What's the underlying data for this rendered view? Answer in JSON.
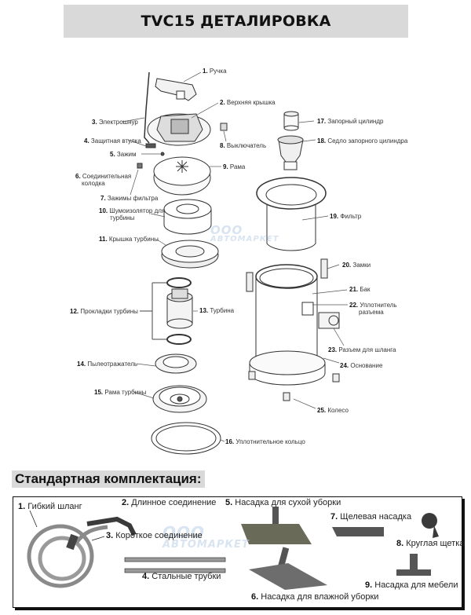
{
  "title": "TVC15 ДЕТАЛИРОВКА",
  "watermark": {
    "line1": "ООО",
    "line2": "АВТОМАРКЕТ"
  },
  "parts": [
    {
      "num": "1.",
      "name": "Ручка"
    },
    {
      "num": "2.",
      "name": "Верхняя крышка"
    },
    {
      "num": "3.",
      "name": "Электрошнур"
    },
    {
      "num": "4.",
      "name": "Защитная втулка"
    },
    {
      "num": "5.",
      "name": "Зажим"
    },
    {
      "num": "6.",
      "name": "Соединительная",
      "name2": "колодка"
    },
    {
      "num": "7.",
      "name": "Зажимы фильтра"
    },
    {
      "num": "8.",
      "name": "Выключатель"
    },
    {
      "num": "9.",
      "name": "Рама"
    },
    {
      "num": "10.",
      "name": "Шумоизолятор для",
      "name2": "турбины"
    },
    {
      "num": "11.",
      "name": "Крышка турбины"
    },
    {
      "num": "12.",
      "name": "Прокладки турбины"
    },
    {
      "num": "13.",
      "name": "Турбина"
    },
    {
      "num": "14.",
      "name": "Пылеотражатель"
    },
    {
      "num": "15.",
      "name": "Рама турбины"
    },
    {
      "num": "16.",
      "name": "Уплотнительное кольцо"
    },
    {
      "num": "17.",
      "name": "Запорный цилиндр"
    },
    {
      "num": "18.",
      "name": "Седло запорного цилиндра"
    },
    {
      "num": "19.",
      "name": "Фильтр"
    },
    {
      "num": "20.",
      "name": "Замки"
    },
    {
      "num": "21.",
      "name": "Бак"
    },
    {
      "num": "22.",
      "name": "Уплотнитель",
      "name2": "разъема"
    },
    {
      "num": "23.",
      "name": "Разъем для шланга"
    },
    {
      "num": "24.",
      "name": "Основание"
    },
    {
      "num": "25.",
      "name": "Колесо"
    }
  ],
  "kit": {
    "title": "Стандартная комплектация:",
    "items": [
      {
        "num": "1.",
        "name": "Гибкий шланг"
      },
      {
        "num": "2.",
        "name": "Длинное соединение"
      },
      {
        "num": "3.",
        "name": "Короткое соединение"
      },
      {
        "num": "4.",
        "name": "Стальные трубки"
      },
      {
        "num": "5.",
        "name": "Насадка для сухой уборки"
      },
      {
        "num": "6.",
        "name": "Насадка для влажной уборки"
      },
      {
        "num": "7.",
        "name": "Щелевая насадка"
      },
      {
        "num": "8.",
        "name": "Круглая щетка"
      },
      {
        "num": "9.",
        "name": "Насадка для мебели"
      }
    ]
  }
}
